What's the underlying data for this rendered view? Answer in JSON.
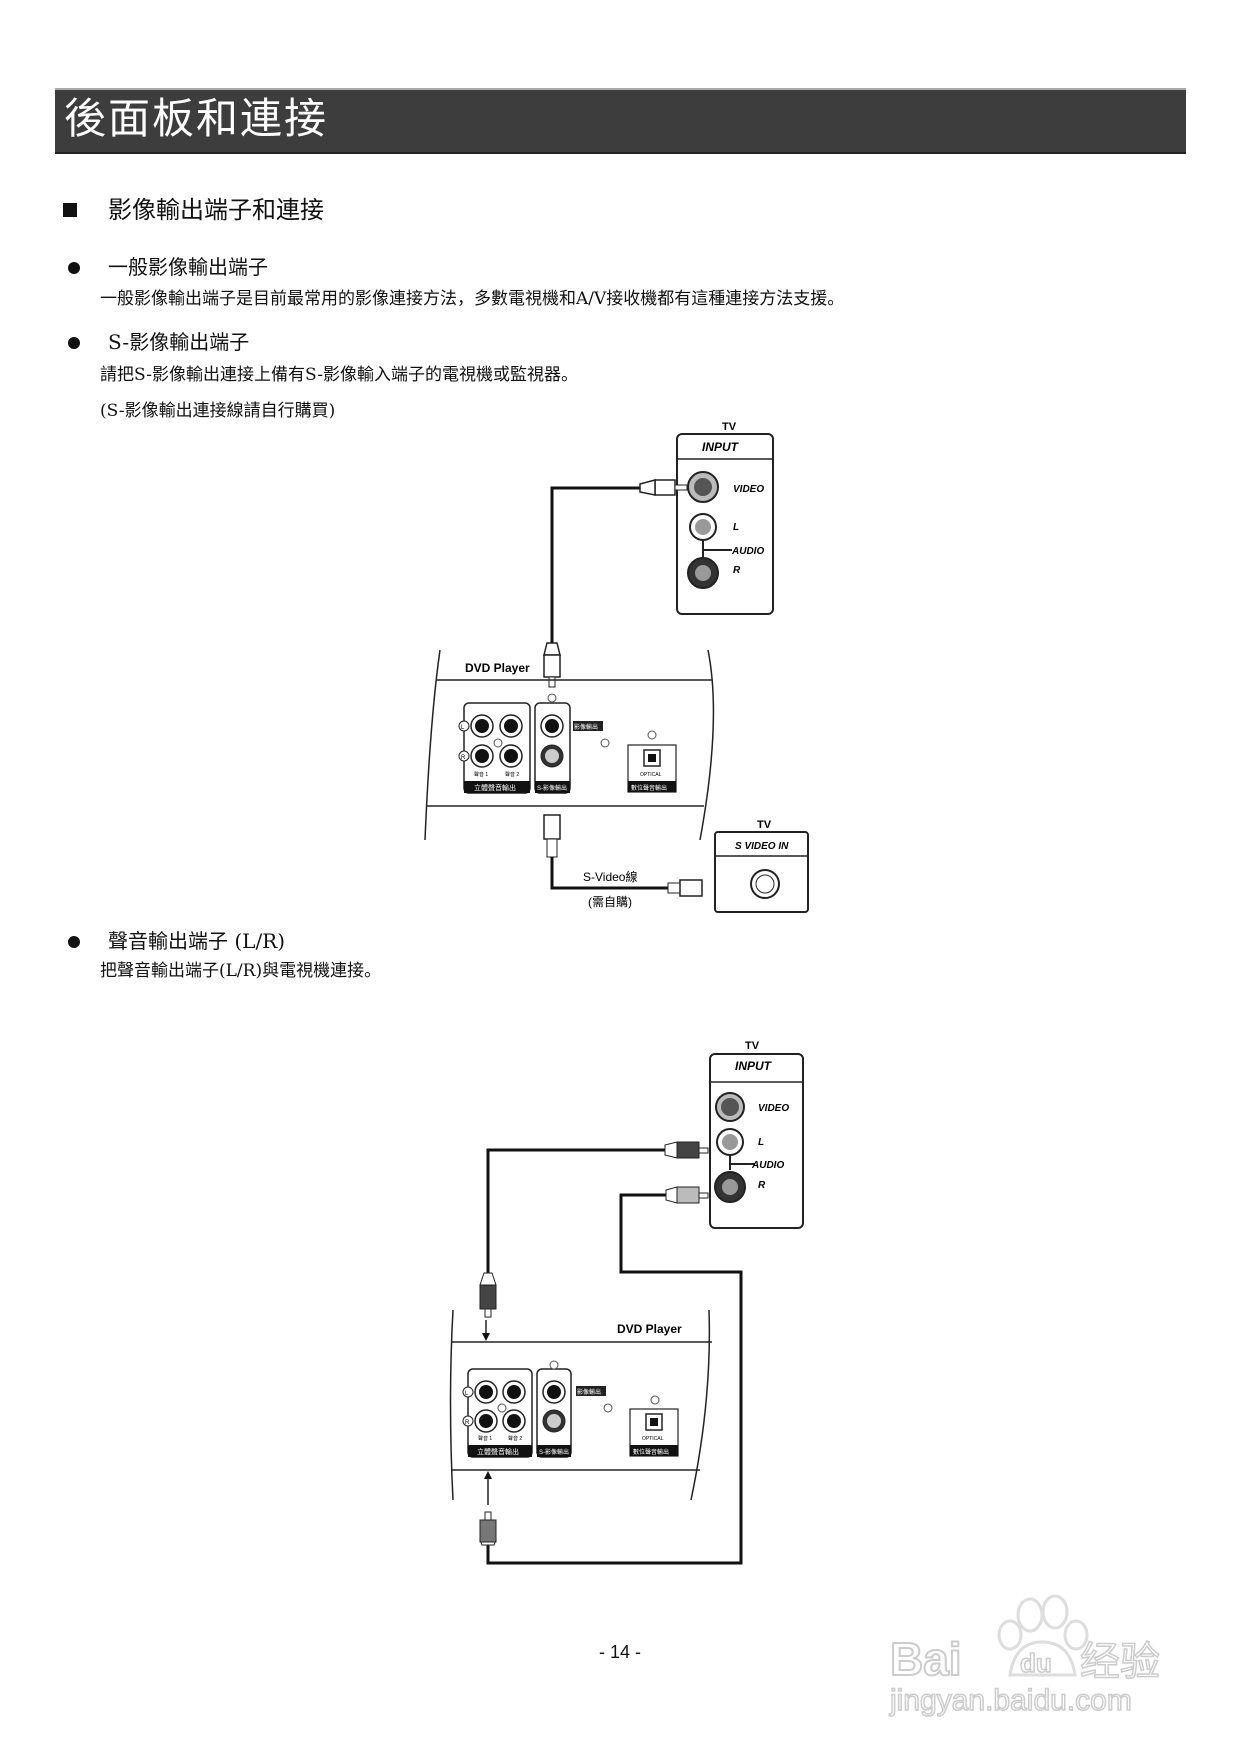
{
  "header": {
    "title": "後面板和連接"
  },
  "section": {
    "title": "影像輸出端子和連接"
  },
  "items": [
    {
      "title": "一般影像輸出端子",
      "lines": [
        "一般影像輸出端子是目前最常用的影像連接方法，多數電視機和A/V接收機都有這種連接方法支援。"
      ]
    },
    {
      "title": "S-影像輸出端子",
      "lines": [
        "請把S-影像輸出連接上備有S-影像輸入端子的電視機或監視器。",
        "(S-影像輸出連接線請自行購買)"
      ]
    },
    {
      "title": "聲音輸出端子 (L/R)",
      "lines": [
        "把聲音輸出端子(L/R)與電視機連接。"
      ]
    }
  ],
  "diagram1": {
    "tv_label": "TV",
    "input_label": "INPUT",
    "video_label": "VIDEO",
    "l_label": "L",
    "audio_label": "AUDIO",
    "r_label": "R",
    "dvd_label": "DVD Player",
    "stereo_out": "立體聲音輸出",
    "svideo_out": "S-影像輸出",
    "video_out": "影像輸出",
    "optical": "OPTICAL",
    "digital_out": "數位聲音輸出",
    "ch1": "聲音 1",
    "ch2": "聲音 2",
    "l_mark": "L",
    "r_mark": "R",
    "tv2_label": "TV",
    "svideo_in": "S VIDEO IN",
    "cable_label": "S-Video線",
    "cable_note": "(需自購)"
  },
  "diagram2": {
    "tv_label": "TV",
    "input_label": "INPUT",
    "video_label": "VIDEO",
    "l_label": "L",
    "audio_label": "AUDIO",
    "r_label": "R",
    "dvd_label": "DVD Player",
    "stereo_out": "立體聲音輸出",
    "svideo_out": "S-影像輸出",
    "video_out": "影像輸出",
    "optical": "OPTICAL",
    "digital_out": "數位聲音輸出",
    "ch1": "聲音 1",
    "ch2": "聲音 2",
    "l_mark": "L",
    "r_mark": "R"
  },
  "footer": {
    "page_number": "- 14 -"
  },
  "watermark": {
    "brand": "Bai",
    "brand_du": "du",
    "brand_cn": "经验",
    "url": "jingyan.baidu.com"
  }
}
